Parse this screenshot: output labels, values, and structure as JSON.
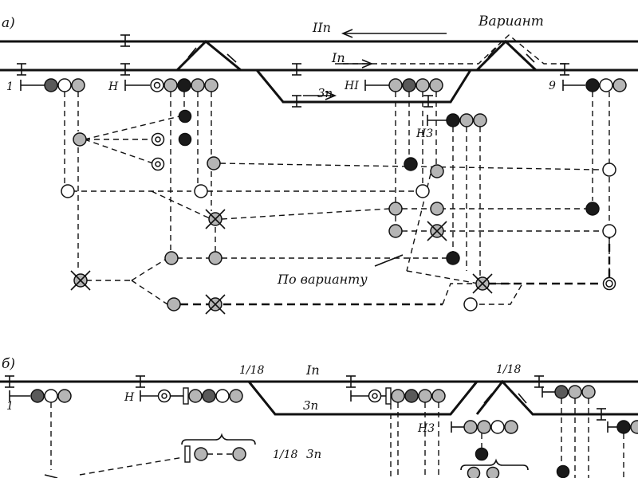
{
  "labels": {
    "part_a": "а)",
    "part_b": "б)",
    "track_2p": "IIп",
    "track_1p_a": "Iп",
    "track_3p_a": "3п",
    "variant": "Вариант",
    "by_variant": "По варианту",
    "sig_1_a": "1",
    "sig_N_a": "Н",
    "sig_N1": "НI",
    "sig_N3_a": "Н3",
    "sig_9": "9",
    "sig_1_b": "1",
    "sig_N_b": "Н",
    "sig_N3_b": "Н3",
    "track_1p_b": "Iп",
    "track_3p_b": "3п",
    "switch_1_18_left": "1/18",
    "switch_1_18_right": "1/18",
    "switch_1_18_mid": "1/18",
    "track_3p_mid": "3п"
  }
}
